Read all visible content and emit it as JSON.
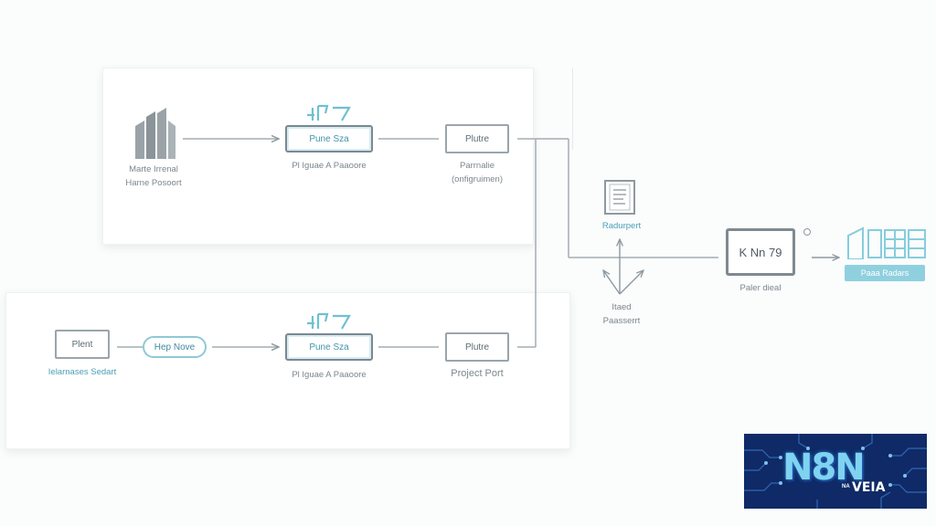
{
  "diagram": {
    "top_row": {
      "source_caption_1": "Marte Irrenal",
      "source_caption_2": "Harne Posoort",
      "process_box": "Pune Sza",
      "process_caption": "Pl Iguae A Paaoore",
      "output_box": "Plutre",
      "output_caption_1": "Parrnalie",
      "output_caption_2": "(onfigruimen)"
    },
    "bottom_row": {
      "start_box": "Plent",
      "start_caption": "Ielarnases Sedart",
      "pill_box": "Hep Nove",
      "process_box": "Pune Sza",
      "process_caption": "Pl Iguae A Paaoore",
      "output_box": "Plutre",
      "output_caption": "Project Port"
    },
    "middle": {
      "doc_caption": "Radurpert",
      "merge_caption_1": "Itaed",
      "merge_caption_2": "Paasserrt"
    },
    "right": {
      "terminal_box": "K Nn 79",
      "terminal_caption": "Paler dieal",
      "final_box": "Paaa Radars"
    },
    "colors": {
      "teal": "#7cc6d6",
      "gray_line": "#9aa5ab",
      "logo_bg": "#0f2a66"
    }
  },
  "logo": {
    "main": "N8N",
    "prefix": "NA",
    "suffix": "VEIA"
  }
}
